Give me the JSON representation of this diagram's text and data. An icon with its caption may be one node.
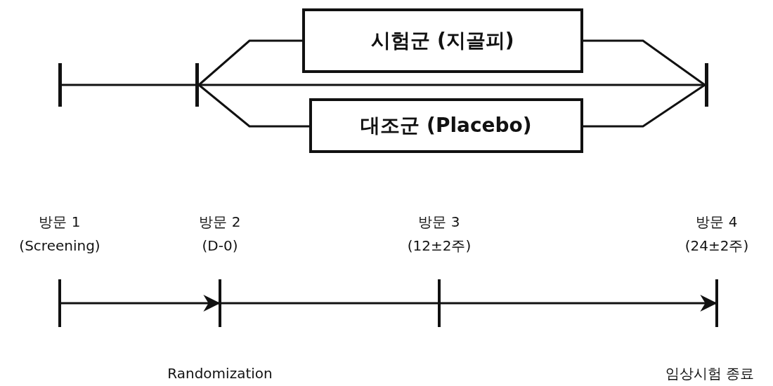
{
  "diagram": {
    "nodes": [
      {
        "text": [],
        "shape": "bar"
      },
      {
        "text": [],
        "shape": "bar"
      },
      {
        "text": [
          "시험군 (지골피)"
        ]
      },
      {
        "text": [
          "대조군 (Placebo)"
        ]
      },
      {
        "text": [],
        "shape": "bar"
      },
      {
        "text": [],
        "shape": "bar",
        "beside": [
          "방문 1",
          "(Screening)"
        ]
      },
      {
        "text": [],
        "shape": "bar",
        "beside": [
          "방문 2",
          "(D-0)"
        ]
      },
      {
        "text": [],
        "shape": "bar",
        "beside": [
          "방문 3",
          "(12±2주)"
        ]
      },
      {
        "text": [],
        "shape": "bar",
        "beside": [
          "방문 4",
          "(24±2주)"
        ]
      }
    ],
    "edges": [
      {
        "from": 0,
        "to": 1,
        "arrow": "none"
      },
      {
        "from": 1,
        "to": 4,
        "arrow": "none"
      },
      {
        "from": 1,
        "to": 2,
        "arrow": "none"
      },
      {
        "from": 2,
        "to": 4,
        "arrow": "none"
      },
      {
        "from": 1,
        "to": 3,
        "arrow": "none"
      },
      {
        "from": 3,
        "to": 4,
        "arrow": "none"
      },
      {
        "from": 5,
        "to": 6,
        "arrow": "to"
      },
      {
        "from": 6,
        "to": 7,
        "arrow": "none"
      },
      {
        "from": 7,
        "to": 8,
        "arrow": "to"
      }
    ],
    "labels": [
      "Randomization",
      "임상시험 종료"
    ]
  }
}
